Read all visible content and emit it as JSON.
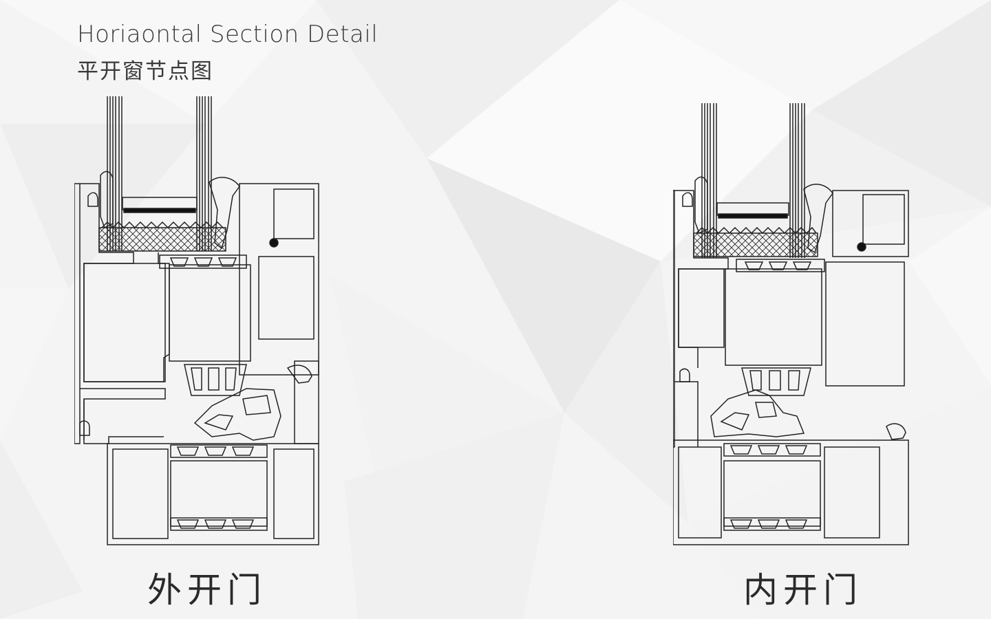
{
  "header": {
    "title_en": "Horiaontal Section Detail",
    "title_zh": "平开窗节点图"
  },
  "drawings": [
    {
      "caption": "外开门"
    },
    {
      "caption": "内开门"
    }
  ]
}
